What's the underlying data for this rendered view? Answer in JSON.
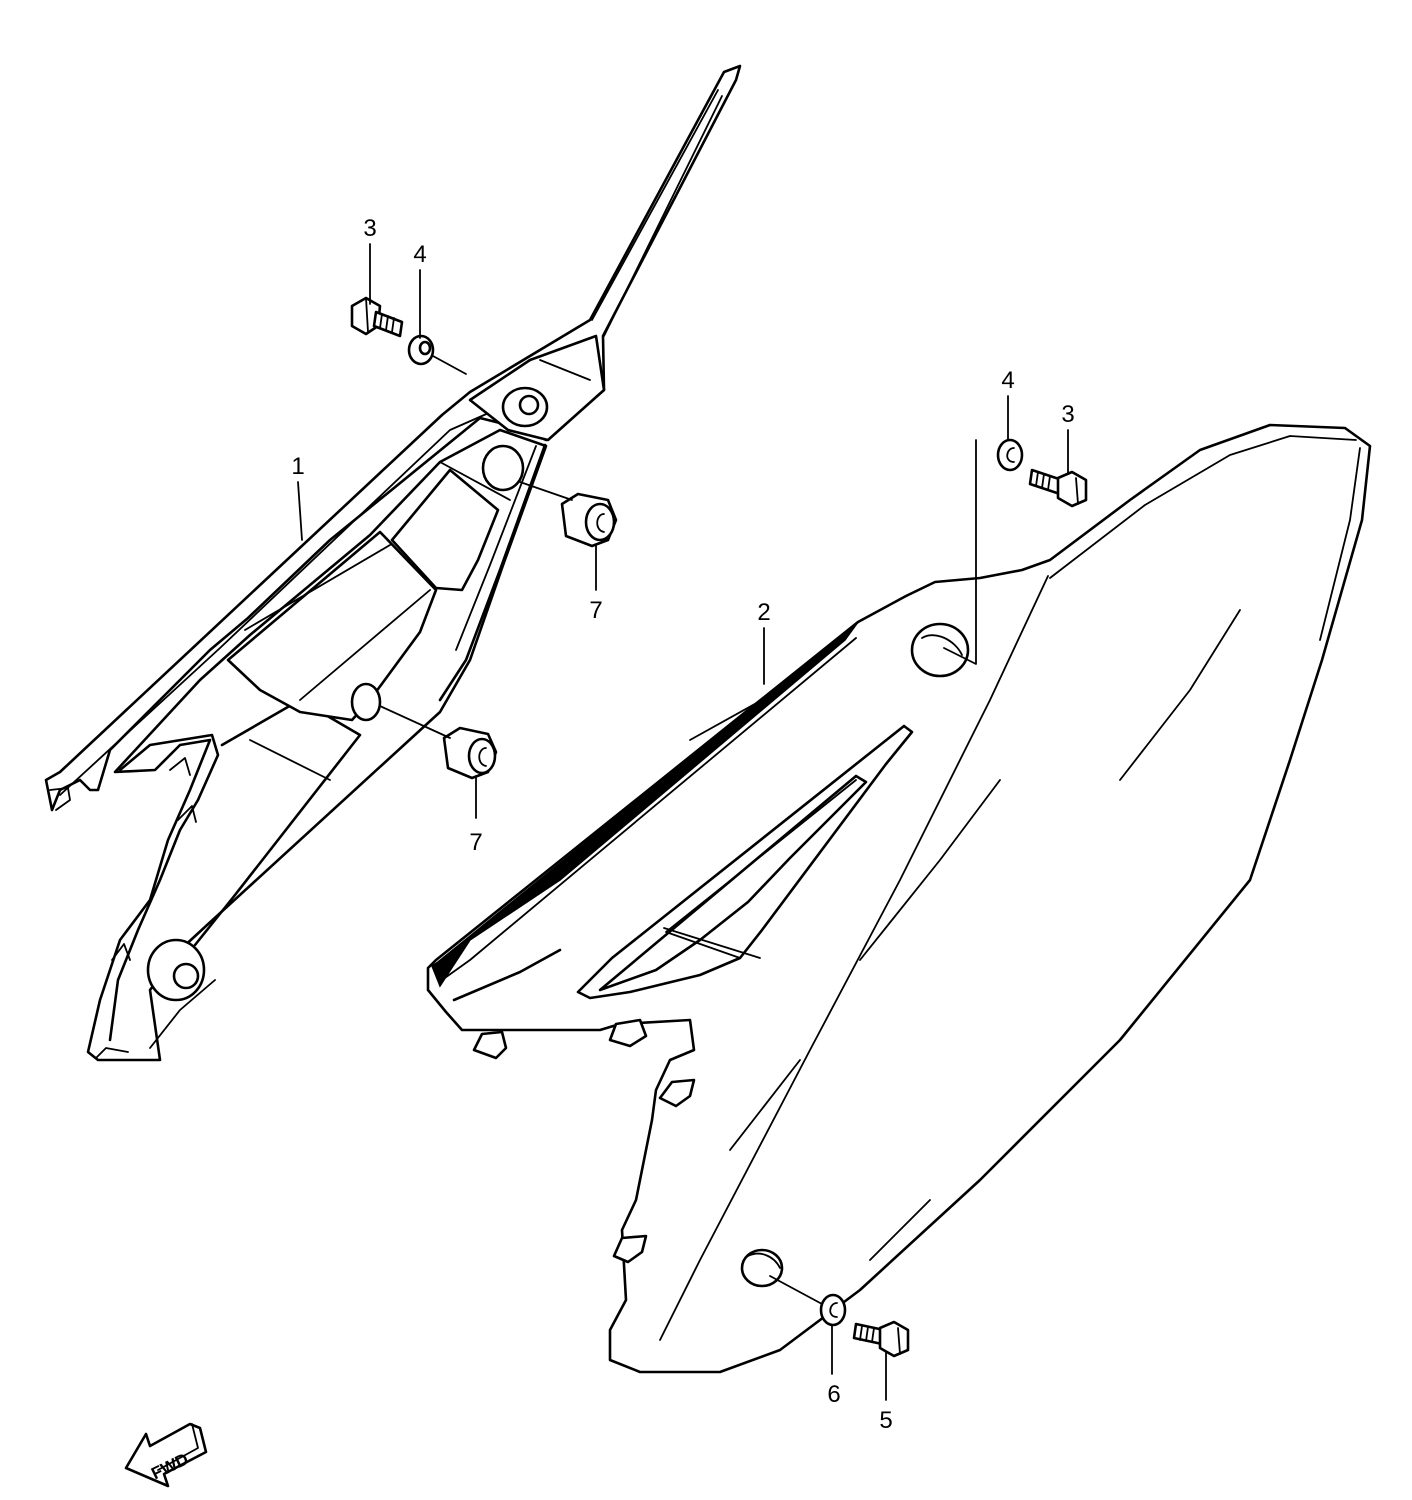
{
  "callouts": {
    "part_1": "1",
    "part_2": "2",
    "bolt_3_left": "3",
    "washer_4_left": "4",
    "washer_4_right": "4",
    "bolt_3_right": "3",
    "bushing_7_upper": "7",
    "bushing_7_lower": "7",
    "washer_6": "6",
    "bolt_5": "5"
  },
  "direction_arrow": {
    "label": "FWD"
  },
  "colors": {
    "line": "#000000",
    "background": "#ffffff"
  }
}
